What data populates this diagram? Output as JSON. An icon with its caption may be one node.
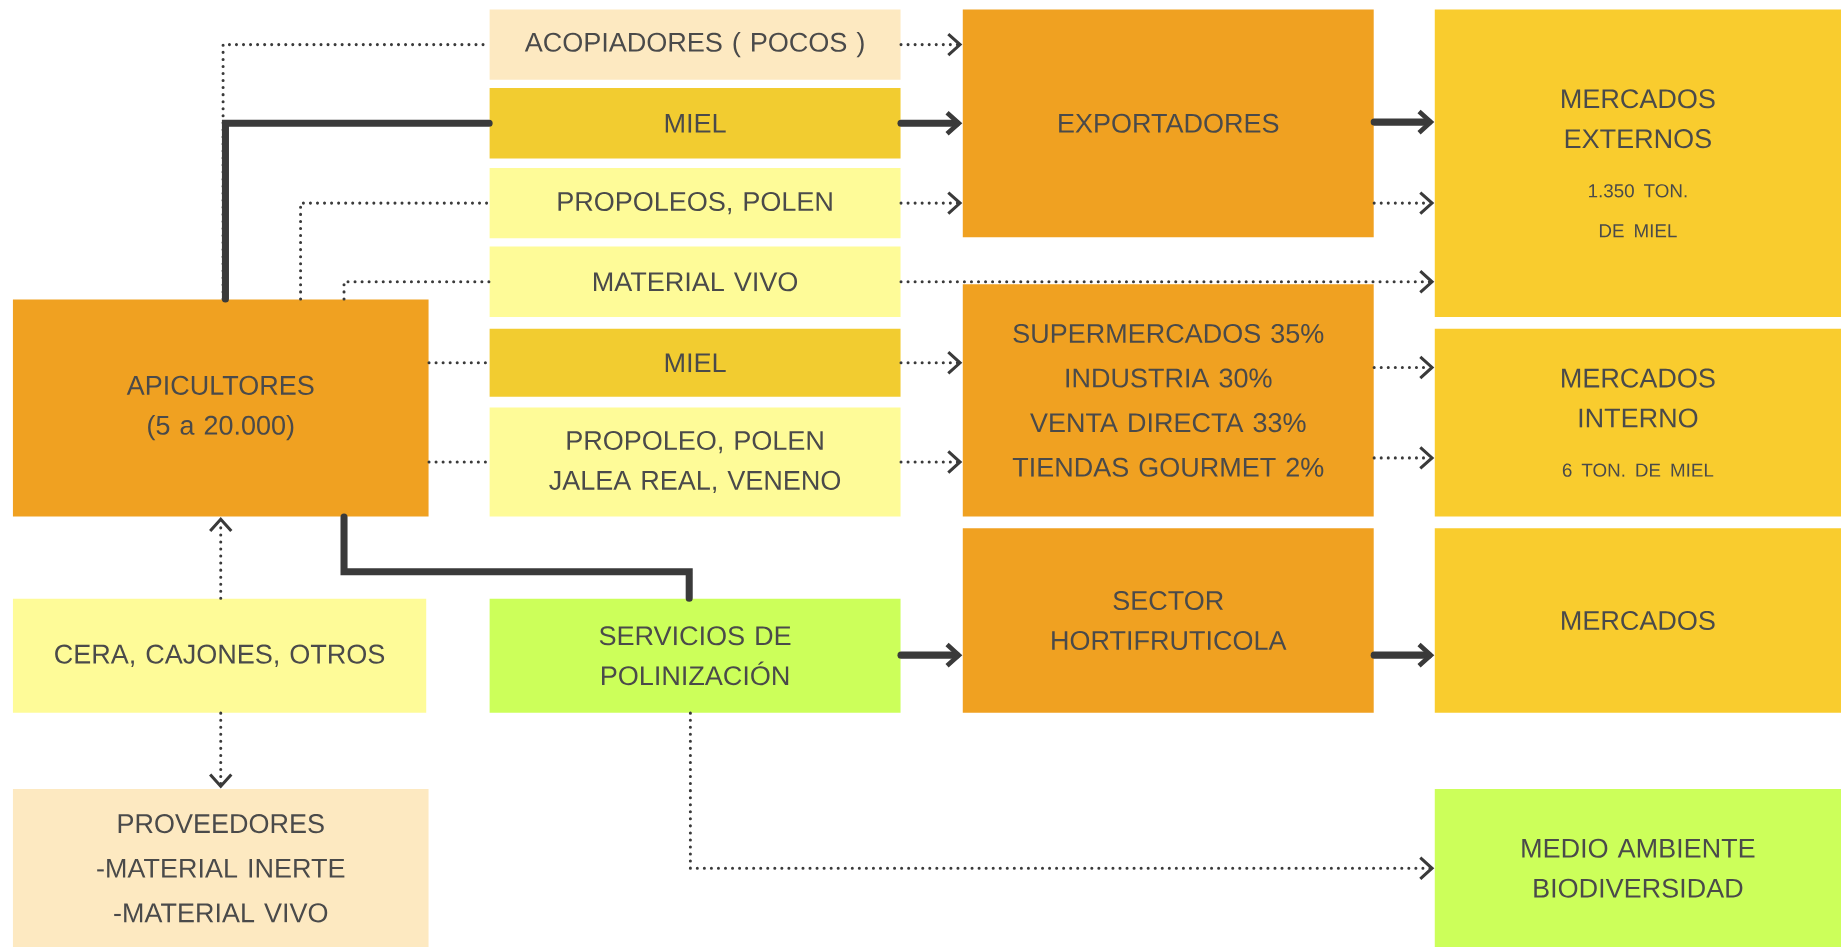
{
  "diagram": {
    "nodes": [
      {
        "text": [
          "ACOPIADORES ( POCOS )"
        ]
      },
      {
        "text": [
          "MIEL"
        ]
      },
      {
        "text": [
          "EXPORTADORES"
        ]
      },
      {
        "text": [
          "MERCADOS EXTERNOS",
          "1.350 TON. DE MIEL"
        ]
      },
      {
        "text": [
          "PROPOLEOS, POLEN"
        ]
      },
      {
        "text": [
          "MATERIAL VIVO"
        ]
      },
      {
        "text": [
          "APICULTORES (5 a 20.000)"
        ]
      },
      {
        "text": [
          "MIEL"
        ]
      },
      {
        "text": [
          "SUPERMERCADOS 35%",
          "INDUSTRIA 30%",
          "VENTA DIRECTA 33%",
          "TIENDAS GOURMET 2%"
        ]
      },
      {
        "text": [
          "MERCADOS INTERNO",
          "6 TON. DE MIEL"
        ]
      },
      {
        "text": [
          "PROPOLEO, POLEN JALEA REAL, VENENO"
        ]
      },
      {
        "text": [
          "CERA, CAJONES, OTROS"
        ]
      },
      {
        "text": [
          "SERVICIOS  DE POLINIZACIÓN"
        ]
      },
      {
        "text": [
          "SECTOR HORTIFRUTICOLA"
        ]
      },
      {
        "text": [
          "MERCADOS"
        ]
      },
      {
        "text": [
          "PROVEEDORES",
          "-MATERIAL INERTE",
          "-MATERIAL VIVO"
        ]
      },
      {
        "text": [
          "MEDIO  AMBIENTE BIODIVERSIDAD"
        ]
      }
    ],
    "edges": [
      {
        "from": 6,
        "to": 0,
        "arrow": "none",
        "style": "dashed"
      },
      {
        "from": 0,
        "to": 2,
        "arrow": "to",
        "style": "dashed"
      },
      {
        "from": 6,
        "to": 1,
        "arrow": "none",
        "style": "thick"
      },
      {
        "from": 1,
        "to": 2,
        "arrow": "to",
        "style": "thick"
      },
      {
        "from": 2,
        "to": 3,
        "arrow": "to",
        "style": "thick"
      },
      {
        "from": 2,
        "to": 3,
        "arrow": "to",
        "style": "dashed"
      },
      {
        "from": 6,
        "to": 4,
        "arrow": "none",
        "style": "dashed"
      },
      {
        "from": 4,
        "to": 2,
        "arrow": "to",
        "style": "dashed"
      },
      {
        "from": 6,
        "to": 5,
        "arrow": "none",
        "style": "dashed"
      },
      {
        "from": 5,
        "to": 3,
        "arrow": "to",
        "style": "dashed"
      },
      {
        "from": 6,
        "to": 7,
        "arrow": "none",
        "style": "dashed"
      },
      {
        "from": 7,
        "to": 8,
        "arrow": "to",
        "style": "dashed"
      },
      {
        "from": 6,
        "to": 10,
        "arrow": "none",
        "style": "dashed"
      },
      {
        "from": 10,
        "to": 8,
        "arrow": "to",
        "style": "dashed"
      },
      {
        "from": 8,
        "to": 9,
        "arrow": "to",
        "style": "dashed"
      },
      {
        "from": 8,
        "to": 9,
        "arrow": "to",
        "style": "dashed"
      },
      {
        "from": 11,
        "to": 6,
        "arrow": "to",
        "style": "dashed"
      },
      {
        "from": 11,
        "to": 15,
        "arrow": "to",
        "style": "dashed"
      },
      {
        "from": 6,
        "to": 12,
        "arrow": "none",
        "style": "thick"
      },
      {
        "from": 12,
        "to": 13,
        "arrow": "to",
        "style": "thick"
      },
      {
        "from": 13,
        "to": 14,
        "arrow": "to",
        "style": "thick"
      },
      {
        "from": 12,
        "to": 16,
        "arrow": "to",
        "style": "dashed"
      }
    ]
  }
}
